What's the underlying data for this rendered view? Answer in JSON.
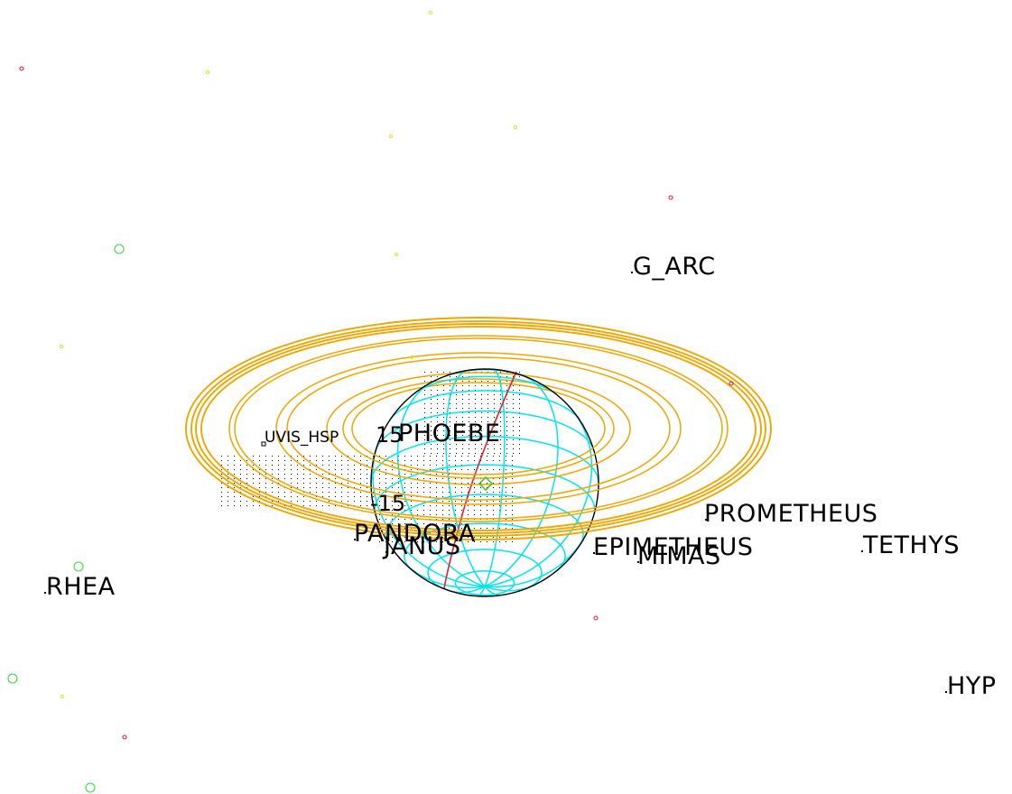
{
  "colors": {
    "background": "#ffffff",
    "rings": "#f0a500",
    "planet_limb": "#000000",
    "grid": "#00e5ee",
    "terminator": "#e8202a",
    "star_red": "#e8202a",
    "star_yellow": "#e8e040",
    "star_green": "#44d444",
    "boresight": "#22cc22",
    "fov_dots": "#000000"
  },
  "labels": {
    "g_arc": "G_ARC",
    "phoebe": "PHOEBE",
    "uvis": "UVIS_HSP",
    "lat_top": "15",
    "lat_bottom": "-15",
    "pandora": "PANDORA",
    "janus": "JANUS",
    "prometheus": "PROMETHEUS",
    "epimetheus": "EPIMETHEUS",
    "mimas": "MIMAS",
    "tethys": "TETHYS",
    "rhea": "RHEA",
    "hyp": "HYP"
  },
  "icons": {
    "boresight": "diamond-icon",
    "stars": "circle-marker-icon"
  }
}
